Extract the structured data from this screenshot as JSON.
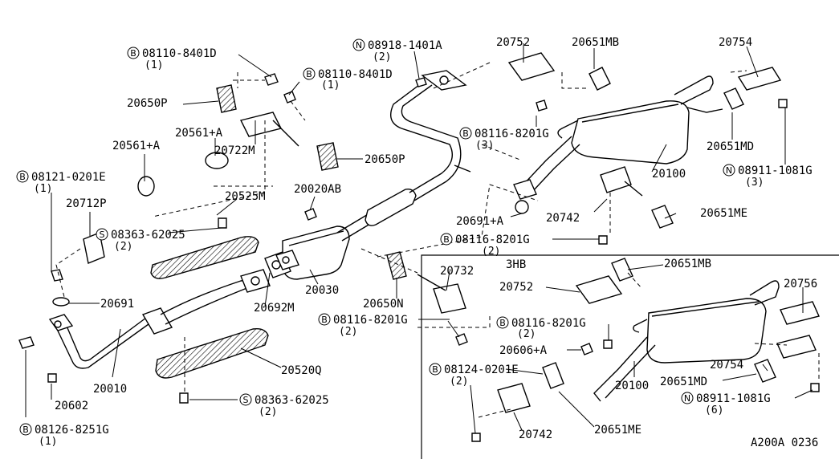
{
  "diagram_code": "A200A 0236",
  "section_label": "3HB",
  "callouts": [
    {
      "id": "b_08110_8401D_a",
      "prefix": "B",
      "text": "08110-8401D",
      "qty": "(1)"
    },
    {
      "id": "b_08110_8401D_b",
      "prefix": "B",
      "text": "08110-8401D",
      "qty": "(1)"
    },
    {
      "id": "n_08918_1401A",
      "prefix": "N",
      "text": "08918-1401A",
      "qty": "(2)"
    },
    {
      "id": "p_20752_a",
      "text": "20752"
    },
    {
      "id": "p_20651MB_a",
      "text": "20651MB"
    },
    {
      "id": "p_20754_a",
      "text": "20754"
    },
    {
      "id": "p_20650P_a",
      "text": "20650P"
    },
    {
      "id": "p_20561A_a",
      "text": "20561+A"
    },
    {
      "id": "p_20722M",
      "text": "20722M"
    },
    {
      "id": "p_20561A_b",
      "text": "20561+A"
    },
    {
      "id": "p_20650P_b",
      "text": "20650P"
    },
    {
      "id": "b_08116_8201G_a",
      "prefix": "B",
      "text": "08116-8201G",
      "qty": "(3)"
    },
    {
      "id": "p_20651MD_a",
      "text": "20651MD"
    },
    {
      "id": "b_08121_0201E",
      "prefix": "B",
      "text": "08121-0201E",
      "qty": "(1)"
    },
    {
      "id": "p_20020AB",
      "text": "20020AB"
    },
    {
      "id": "p_20100_a",
      "text": "20100"
    },
    {
      "id": "n_08911_1081G_a",
      "prefix": "N",
      "text": "08911-1081G",
      "qty": "(3)"
    },
    {
      "id": "p_20712P",
      "text": "20712P"
    },
    {
      "id": "p_20525M",
      "text": "20525M"
    },
    {
      "id": "p_20691A",
      "text": "20691+A"
    },
    {
      "id": "p_20742_a",
      "text": "20742"
    },
    {
      "id": "p_20651ME_a",
      "text": "20651ME"
    },
    {
      "id": "s_08363_62025_a",
      "prefix": "S",
      "text": "08363-62025",
      "qty": "(2)"
    },
    {
      "id": "b_08116_8201G_b",
      "prefix": "B",
      "text": "08116-8201G",
      "qty": "(2)"
    },
    {
      "id": "p_20732",
      "text": "20732"
    },
    {
      "id": "p_20651MB_b",
      "text": "20651MB"
    },
    {
      "id": "p_20030",
      "text": "20030"
    },
    {
      "id": "p_20752_b",
      "text": "20752"
    },
    {
      "id": "p_20756",
      "text": "20756"
    },
    {
      "id": "p_20691",
      "text": "20691"
    },
    {
      "id": "p_20692M",
      "text": "20692M"
    },
    {
      "id": "p_20650N",
      "text": "20650N"
    },
    {
      "id": "b_08116_8201G_c",
      "prefix": "B",
      "text": "08116-8201G",
      "qty": "(2)"
    },
    {
      "id": "b_08116_8201G_d",
      "prefix": "B",
      "text": "08116-8201G",
      "qty": "(2)"
    },
    {
      "id": "p_20606A",
      "text": "20606+A"
    },
    {
      "id": "p_20754_b",
      "text": "20754"
    },
    {
      "id": "p_20520Q",
      "text": "20520Q"
    },
    {
      "id": "b_08124_0201E",
      "prefix": "B",
      "text": "08124-0201E",
      "qty": "(2)"
    },
    {
      "id": "p_20651MD_b",
      "text": "20651MD"
    },
    {
      "id": "p_20010",
      "text": "20010"
    },
    {
      "id": "p_20100_b",
      "text": "20100"
    },
    {
      "id": "n_08911_1081G_b",
      "prefix": "N",
      "text": "08911-1081G",
      "qty": "(6)"
    },
    {
      "id": "p_20602",
      "text": "20602"
    },
    {
      "id": "s_08363_62025_b",
      "prefix": "S",
      "text": "08363-62025",
      "qty": "(2)"
    },
    {
      "id": "p_20742_b",
      "text": "20742"
    },
    {
      "id": "p_20651ME_b",
      "text": "20651ME"
    },
    {
      "id": "b_08126_8251G",
      "prefix": "B",
      "text": "08126-8251G",
      "qty": "(1)"
    }
  ]
}
